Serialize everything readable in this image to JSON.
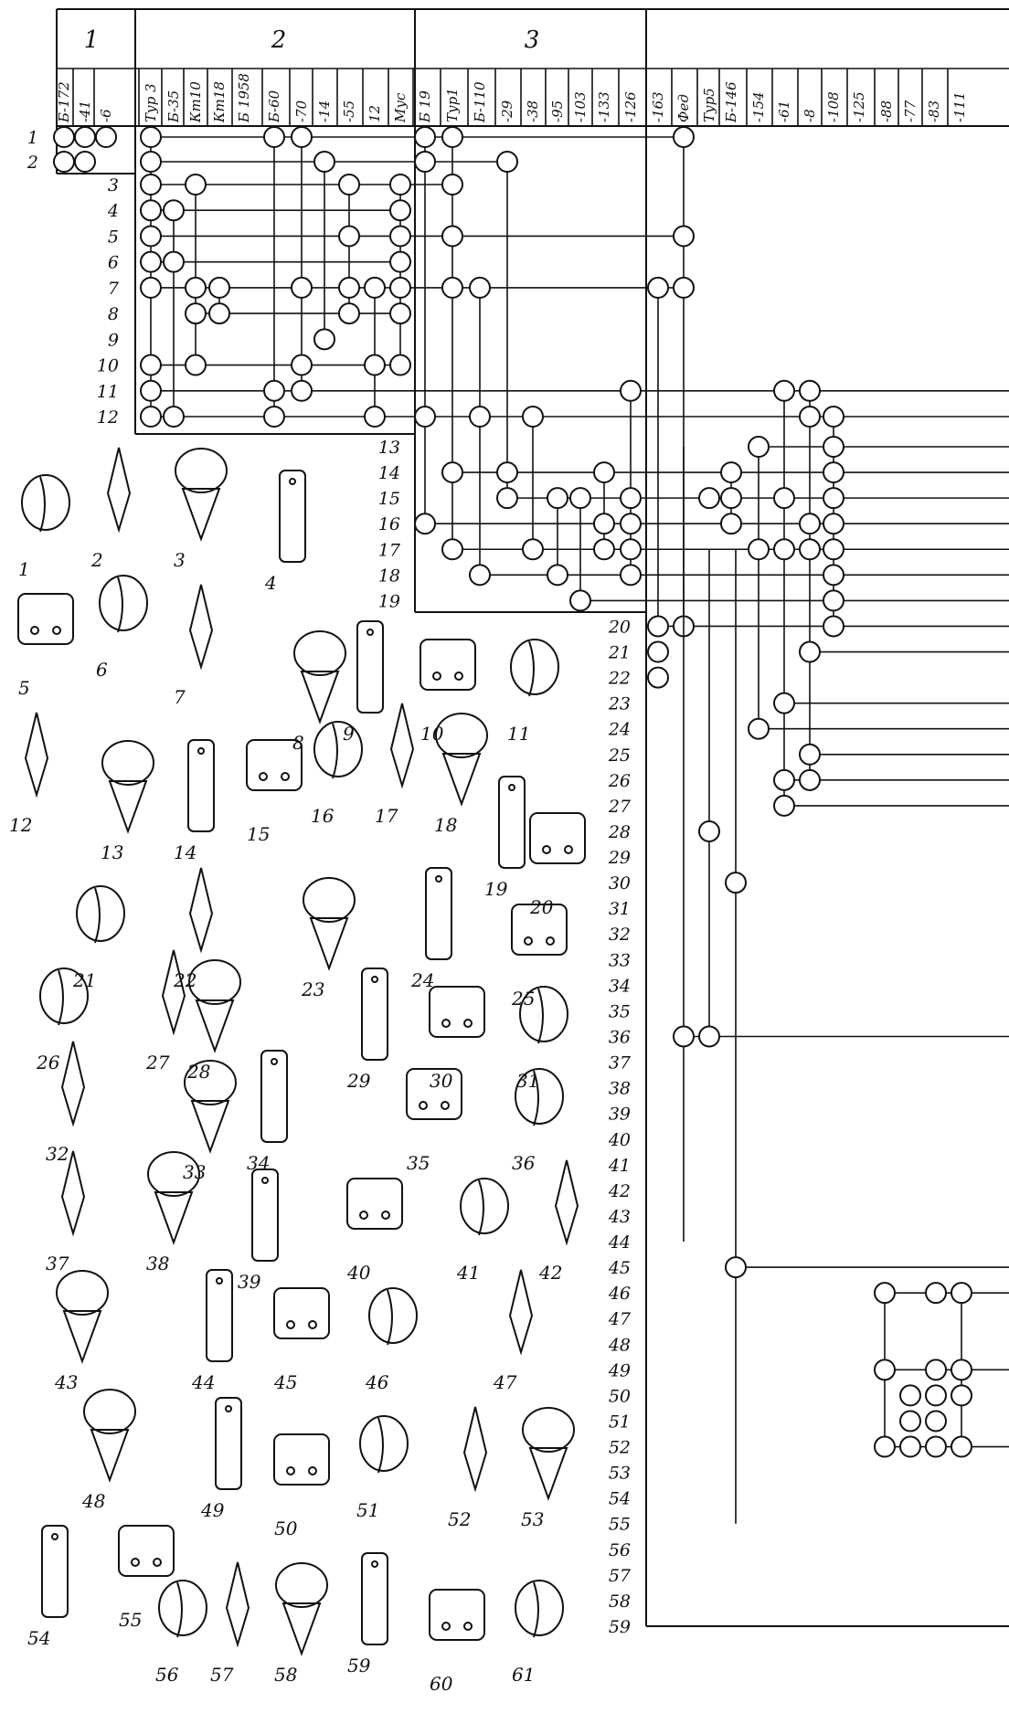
{
  "groups": [
    "1",
    "2",
    "3"
  ],
  "columns": [
    "Б-172",
    "-41",
    "-6",
    "Тур 3",
    "Б-35",
    "Кт10",
    "Кт18",
    "Б 1958",
    "Б-60",
    "-70",
    "-14",
    "-55",
    "12",
    "Мус",
    "Б 19",
    "Тур1",
    "Б-110",
    "-29",
    "-38",
    "-95",
    "-103",
    "-133",
    "-126",
    "-163",
    "Фед",
    "Тур5",
    "Б-146",
    "-154",
    "-61",
    "-8",
    "-108",
    "-125",
    "-88",
    "-77",
    "-83",
    "-111"
  ],
  "row_numbers": [
    "1",
    "2",
    "3",
    "4",
    "5",
    "6",
    "7",
    "8",
    "9",
    "10",
    "11",
    "12",
    "13",
    "14",
    "15",
    "16",
    "17",
    "18",
    "19",
    "20",
    "21",
    "22",
    "23",
    "24",
    "25",
    "26",
    "27",
    "28",
    "29",
    "30",
    "31",
    "32",
    "33",
    "34",
    "35",
    "36",
    "37",
    "38",
    "39",
    "40",
    "41",
    "42",
    "43",
    "44",
    "45",
    "46",
    "47",
    "48",
    "49",
    "50",
    "51",
    "52",
    "53",
    "54",
    "55",
    "56",
    "57",
    "58",
    "59"
  ],
  "artifact_numbers": [
    "1",
    "2",
    "3",
    "4",
    "5",
    "6",
    "7",
    "8",
    "9",
    "10",
    "11",
    "12",
    "13",
    "14",
    "15",
    "16",
    "17",
    "18",
    "19",
    "20",
    "21",
    "22",
    "23",
    "24",
    "25",
    "26",
    "27",
    "28",
    "29",
    "30",
    "31",
    "32",
    "33",
    "34",
    "35",
    "36",
    "37",
    "38",
    "39",
    "40",
    "41",
    "42",
    "43",
    "44",
    "45",
    "46",
    "47",
    "48",
    "49",
    "50",
    "51",
    "52",
    "53",
    "54",
    "55",
    "56",
    "57",
    "58",
    "59",
    "60",
    "61"
  ]
}
